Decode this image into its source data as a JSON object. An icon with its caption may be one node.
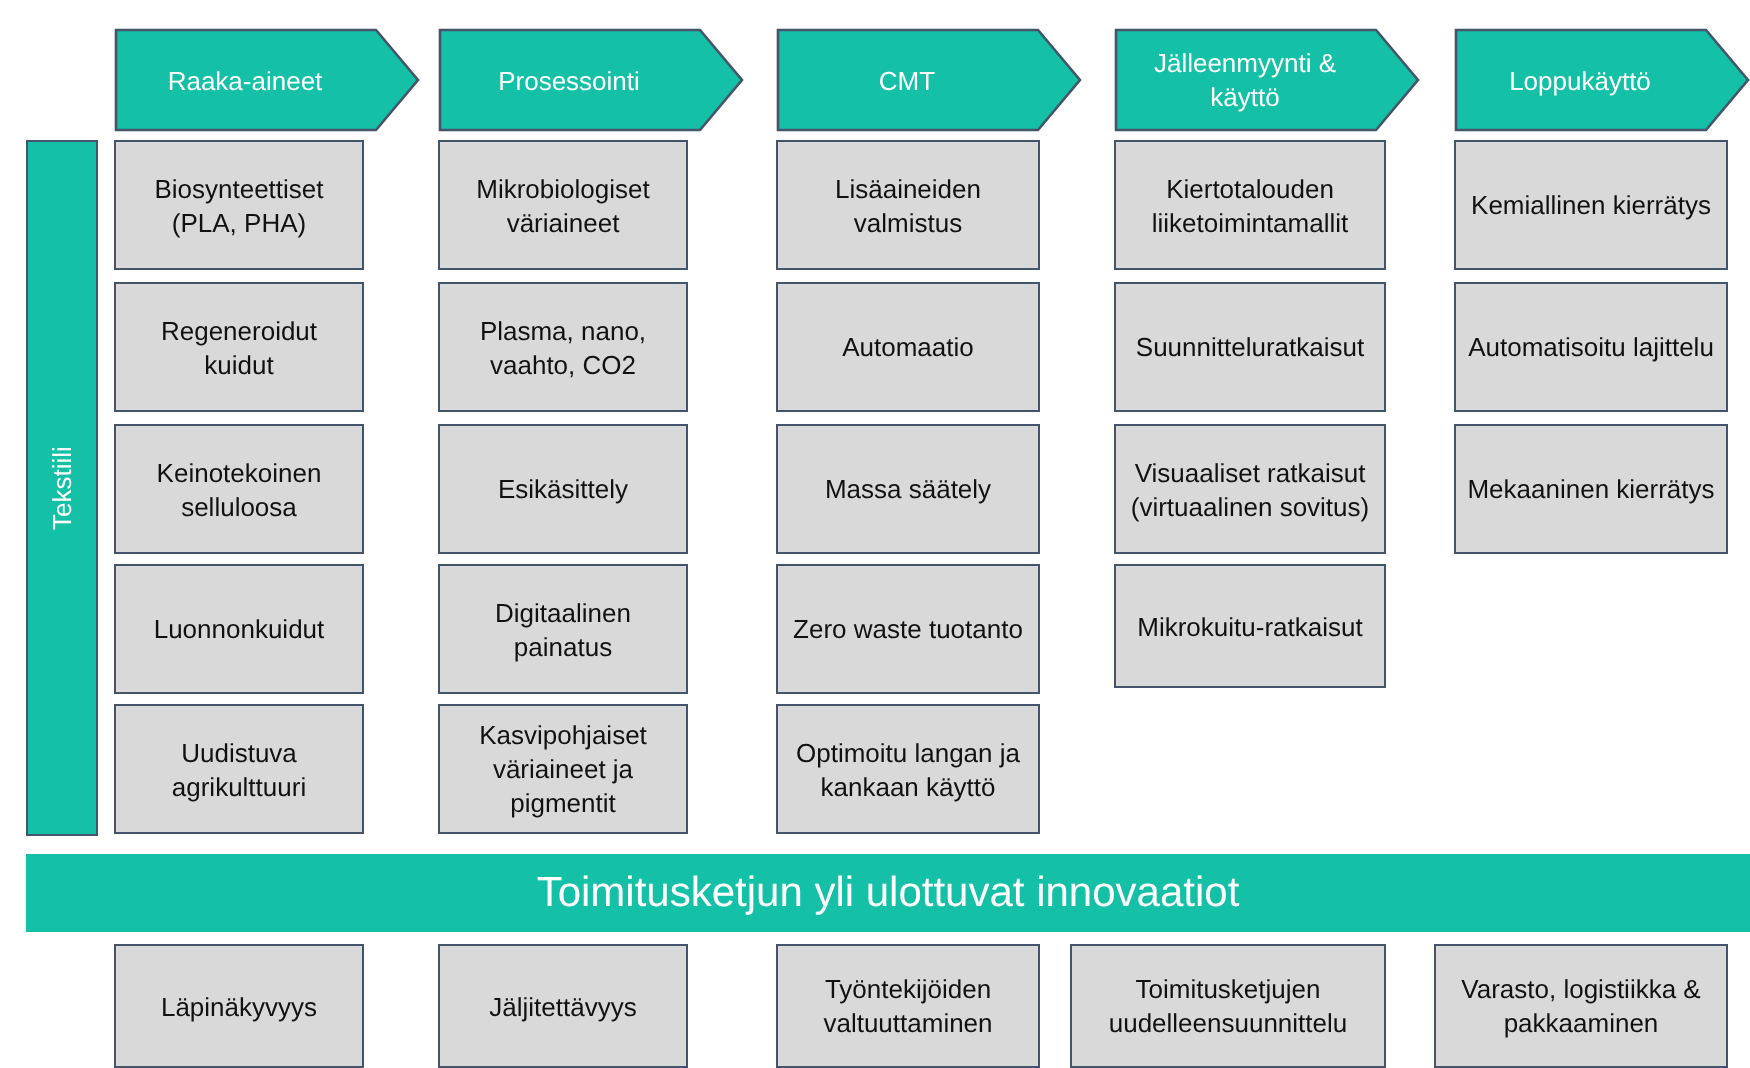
{
  "diagram": {
    "nodes": [
      {
        "text": [
          "Raaka-aineet"
        ]
      },
      {
        "text": [
          "Prosessointi"
        ]
      },
      {
        "text": [
          "CMT"
        ]
      },
      {
        "text": [
          "Jälleenmyynti & käyttö"
        ]
      },
      {
        "text": [
          "Loppukäyttö"
        ]
      },
      {
        "text": [
          "Tekstiili"
        ]
      },
      {
        "text": [
          "Biosynteettiset (PLA, PHA)"
        ]
      },
      {
        "text": [
          "Mikrobiologiset väriaineet"
        ]
      },
      {
        "text": [
          "Lisäaineiden valmistus"
        ]
      },
      {
        "text": [
          "Kiertotalouden liiketoimintamallit"
        ]
      },
      {
        "text": [
          "Kemiallinen kierrätys"
        ]
      },
      {
        "text": [
          "Regeneroidut kuidut"
        ]
      },
      {
        "text": [
          "Plasma, nano, vaahto, CO2"
        ]
      },
      {
        "text": [
          "Automaatio"
        ]
      },
      {
        "text": [
          "Suunnitteluratkaisut"
        ]
      },
      {
        "text": [
          "Automatisoitu lajittelu"
        ]
      },
      {
        "text": [
          "Keinotekoinen selluloosa"
        ]
      },
      {
        "text": [
          "Esikäsittely"
        ]
      },
      {
        "text": [
          "Massa säätely"
        ]
      },
      {
        "text": [
          "Visuaaliset ratkaisut (virtuaalinen sovitus)"
        ]
      },
      {
        "text": [
          "Mekaaninen kierrätys"
        ]
      },
      {
        "text": [
          "Luonnonkuidut"
        ]
      },
      {
        "text": [
          "Digitaalinen painatus"
        ]
      },
      {
        "text": [
          "Zero waste tuotanto"
        ]
      },
      {
        "text": [
          "Mikrokuitu-ratkaisut"
        ]
      },
      {
        "text": [
          "Uudistuva agrikulttuuri"
        ]
      },
      {
        "text": [
          "Kasvipohjaiset väriaineet ja pigmentit"
        ]
      },
      {
        "text": [
          "Optimoitu langan ja kankaan käyttö"
        ]
      },
      {
        "text": [
          "Toimitusketjun yli ulottuvat innovaatiot"
        ]
      },
      {
        "text": [
          "Läpinäkyvyys"
        ]
      },
      {
        "text": [
          "Jäljitettävyys"
        ]
      },
      {
        "text": [
          "Työntekijöiden valtuuttaminen"
        ]
      },
      {
        "text": [
          "Toimitusketjujen uudelleensuunnittelu"
        ]
      },
      {
        "text": [
          "Varasto, logistiikka & pakkaaminen"
        ]
      }
    ]
  }
}
